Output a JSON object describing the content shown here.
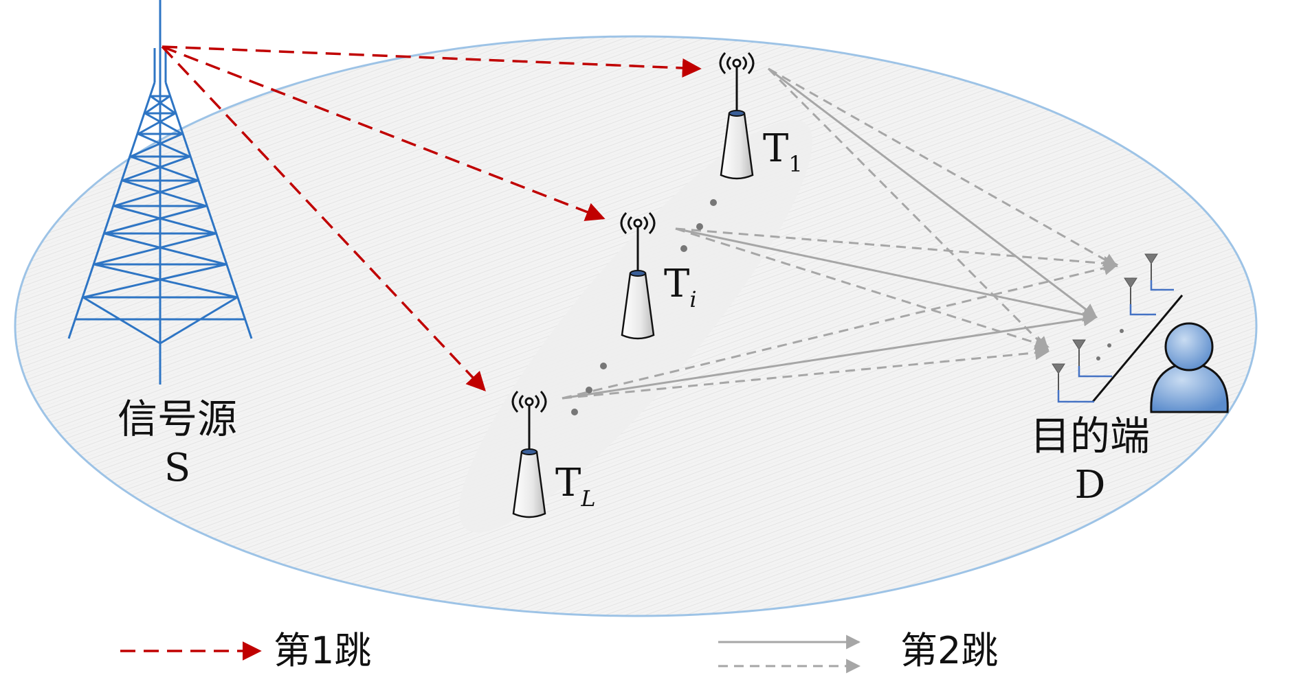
{
  "source": {
    "name_cn": "信号源",
    "name_en": "S"
  },
  "relays": {
    "t1": {
      "base": "T",
      "sub": "1"
    },
    "ti": {
      "base": "T",
      "sub": "i"
    },
    "tl": {
      "base": "T",
      "sub": "L"
    }
  },
  "destination": {
    "name_cn": "目的端",
    "name_en": "D"
  },
  "legend": {
    "hop1": "第1跳",
    "hop2": "第2跳"
  },
  "colors": {
    "hop1": "#c00000",
    "hop2": "#a6a6a6",
    "tower": "#2e75c4",
    "coverage_edge": "#9dc3e6",
    "antenna_line": "#4472c4",
    "user": "#7fa7d6"
  },
  "icons": [
    "transmission-tower-icon",
    "relay-antenna-icon",
    "antenna-array-icon",
    "user-icon"
  ]
}
